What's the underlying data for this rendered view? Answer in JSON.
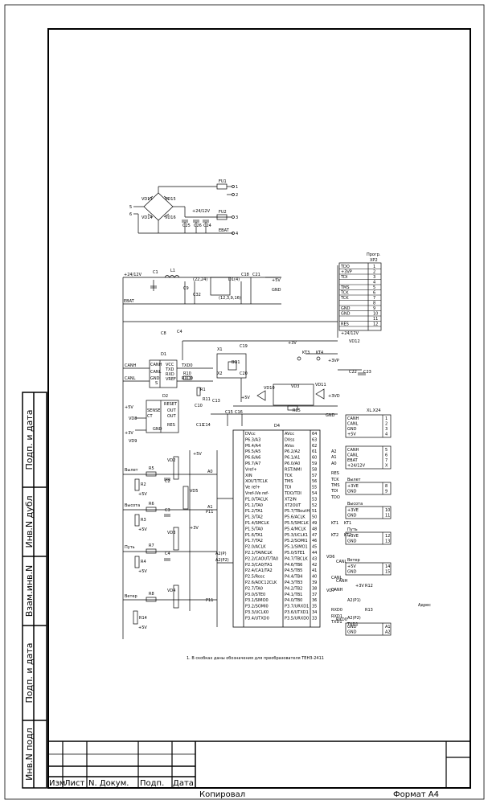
{
  "side_labels": [
    "Подп. и дата",
    "Инв.N дубл",
    "Взам.инв.N",
    "Подп. и дата",
    "Инв.N подл"
  ],
  "stamp": {
    "columns": [
      "Изм",
      "Лист",
      "N. Докум.",
      "Подп.",
      "Дата"
    ],
    "copied": "Копировал",
    "format": "Формат А4"
  },
  "note": "1. В скобках даны обозначения для преобразователя ТЕНЗ-2411",
  "power": {
    "fuses": [
      "FU1",
      "FU2"
    ],
    "diodes": [
      "VD13",
      "VD15",
      "VD14",
      "VD16"
    ],
    "caps": [
      "C25",
      "C26",
      "C24"
    ],
    "pins": [
      "1",
      "2",
      "3",
      "4",
      "5",
      "6"
    ],
    "labels": [
      "+24/12V",
      "EBAT"
    ]
  },
  "top_block": {
    "left_net": "+24/12V",
    "ebat": "EBAT",
    "parts": [
      "C1",
      "L1",
      "C9",
      "C32",
      "C18",
      "C21"
    ],
    "chip_labels": [
      "(22,24)",
      "D1(4)",
      "(12,3,9,16)"
    ],
    "right_labels": [
      "+5V",
      "GND"
    ]
  },
  "prog_connector": {
    "title": "Прогр.",
    "ref": "XP2",
    "signals": [
      "TDO",
      "+3VP",
      "TDI",
      "",
      "TMS",
      "TCK",
      "TCK",
      "",
      "GND",
      "GND",
      "",
      "RES",
      "",
      "",
      ""
    ],
    "numbers": [
      "1",
      "2",
      "3",
      "4",
      "5",
      "6",
      "7",
      "8",
      "9",
      "10",
      "11",
      "12"
    ],
    "net": "+24/12V",
    "vd": "VD12"
  },
  "middle": {
    "nets": [
      "+3V",
      "+3VP",
      "+5V",
      "+3VD",
      "GND"
    ],
    "parts": [
      "C8",
      "C4",
      "D1",
      "R10",
      "R1",
      "R11",
      "C13",
      "C10",
      "C11",
      "C14",
      "D2",
      "VD8",
      "VD9",
      "X1",
      "X2",
      "BQ1",
      "C19",
      "C20",
      "C15",
      "C16",
      "KT3",
      "KT4",
      "VD10",
      "VD11",
      "VD3",
      "R15",
      "C22",
      "C23"
    ],
    "d1_pins": [
      "CANH",
      "CANL",
      "GND",
      "S",
      "VCC",
      "TXD",
      "RXD",
      "VREF"
    ],
    "d2_pins": [
      "RESET",
      "SENSE",
      "CT",
      "OUT",
      "OUT",
      "GND",
      "RES"
    ],
    "signals": [
      "CANH",
      "CANL",
      "TXD0",
      "RXD0",
      "+3V",
      "+5V"
    ]
  },
  "mcu": {
    "ref": "D4",
    "left_pins": [
      "DVcc",
      "P6.3/A3",
      "P6.4/A4",
      "P6.5/A5",
      "P6.6/A6",
      "P6.7/A7",
      "Vref+",
      "XIN",
      "XOUT/TCLK",
      "Ve ref+",
      "Vref-/Ve ref-",
      "P1.0/TACLK",
      "P1.1/TA0",
      "P1.2/TA1",
      "P1.3/TA2",
      "P1.4/SMCLK",
      "P1.5/TA0",
      "P1.6/TA1",
      "P1.7/TA2",
      "P2.0/ACLK",
      "P2.1/TAINCLK",
      "P2.2/CAOUT/TA0",
      "P2.3/CA0/TA1",
      "P2.4/CA1/TA2",
      "P2.5/Rosc",
      "P2.6/ADC12CLK",
      "P2.7/TA0",
      "P3.0/STE0",
      "P3.1/SIMO0",
      "P3.2/SOMI0",
      "P3.3/UCLK0",
      "P3.4/UTXD0"
    ],
    "right_pins": [
      "AVcc",
      "DVss",
      "AVss",
      "P6.2/A2",
      "P6.1/A1",
      "P6.0/A0",
      "RST/NMI",
      "TCK",
      "TMS",
      "TDI",
      "TDO/TDI",
      "XT2IN",
      "XT2OUT",
      "P5.7/TBoutH",
      "P5.6/ACLK",
      "P5.5/SMCLK",
      "P5.4/MCLK",
      "P5.3/UCLK1",
      "P5.2/SOMI1",
      "P5.1/SIMO1",
      "P5.0/STE1",
      "P4.7/TBCLK",
      "P4.6/TB6",
      "P4.5/TB5",
      "P4.4/TB4",
      "P4.3/TB3",
      "P4.2/TB2",
      "P4.1/TB1",
      "P4.0/TB0",
      "P3.7/URXD1",
      "P3.6/UTXD1",
      "P3.5/URXD0"
    ],
    "right_nums": [
      "64",
      "63",
      "62",
      "61",
      "60",
      "59",
      "58",
      "57",
      "56",
      "55",
      "54",
      "53",
      "52",
      "51",
      "50",
      "49",
      "48",
      "47",
      "46",
      "45",
      "44",
      "43",
      "42",
      "41",
      "40",
      "39",
      "38",
      "37",
      "36",
      "35",
      "34",
      "33"
    ],
    "right_nets": [
      "A2",
      "A1",
      "A0",
      "RES",
      "TCK",
      "TMS",
      "TDI",
      "TDO",
      "KT1",
      "KT2",
      "CANL",
      "CANH",
      "RXD0",
      "RXD1",
      "TXD1"
    ]
  },
  "inputs": {
    "channels": [
      "Вылет",
      "Высота",
      "Путь",
      "Ветер"
    ],
    "resistors": [
      "R5",
      "R2",
      "R6",
      "R3",
      "R7",
      "R4",
      "R8",
      "R14"
    ],
    "diodes": [
      "VD2",
      "VD5",
      "VD3",
      "VD4"
    ],
    "caps": [
      "C2",
      "C3",
      "C4"
    ],
    "nets": [
      "+5V",
      "+3V",
      "A0",
      "A1",
      "P11",
      "A2(P)",
      "A2(P2)",
      "P11"
    ],
    "ch_labels": [
      "+5V",
      "+5V",
      "+5V",
      "+5V"
    ]
  },
  "xl24": {
    "ref": "XL.X24",
    "groups": [
      {
        "signals": [
          "CANH",
          "CANL",
          "GND",
          "+5V"
        ],
        "pins": [
          "1",
          "2",
          "3",
          "4"
        ]
      },
      {
        "signals": [
          "CANH",
          "CANL",
          "EBAT",
          "+24/12V"
        ],
        "pins": [
          "5",
          "6",
          "7",
          "X"
        ]
      },
      {
        "title": "Вылет",
        "signals": [
          "+3VE",
          "GND"
        ],
        "pins": [
          "8",
          "9"
        ]
      },
      {
        "title": "Высота",
        "signals": [
          "+3VE",
          "GND"
        ],
        "pins": [
          "10",
          "11"
        ]
      },
      {
        "title": "Путь",
        "signals": [
          "+3VE",
          "GND"
        ],
        "pins": [
          "12",
          "13"
        ]
      },
      {
        "title": "Ветер",
        "signals": [
          "+5V",
          "GND"
        ],
        "pins": [
          "14",
          "15"
        ]
      },
      {
        "signals": [
          "GND",
          "GND"
        ],
        "pins": [
          "A1",
          "A2"
        ]
      }
    ],
    "extra": [
      "KT1",
      "KT2",
      "VD6",
      "VD7",
      "R12",
      "R13",
      "+3V",
      "CANL",
      "CANH",
      "A2(P1)",
      "A2(P2)",
      "RXD0",
      "TXD1"
    ],
    "address_label": "Адрес"
  }
}
